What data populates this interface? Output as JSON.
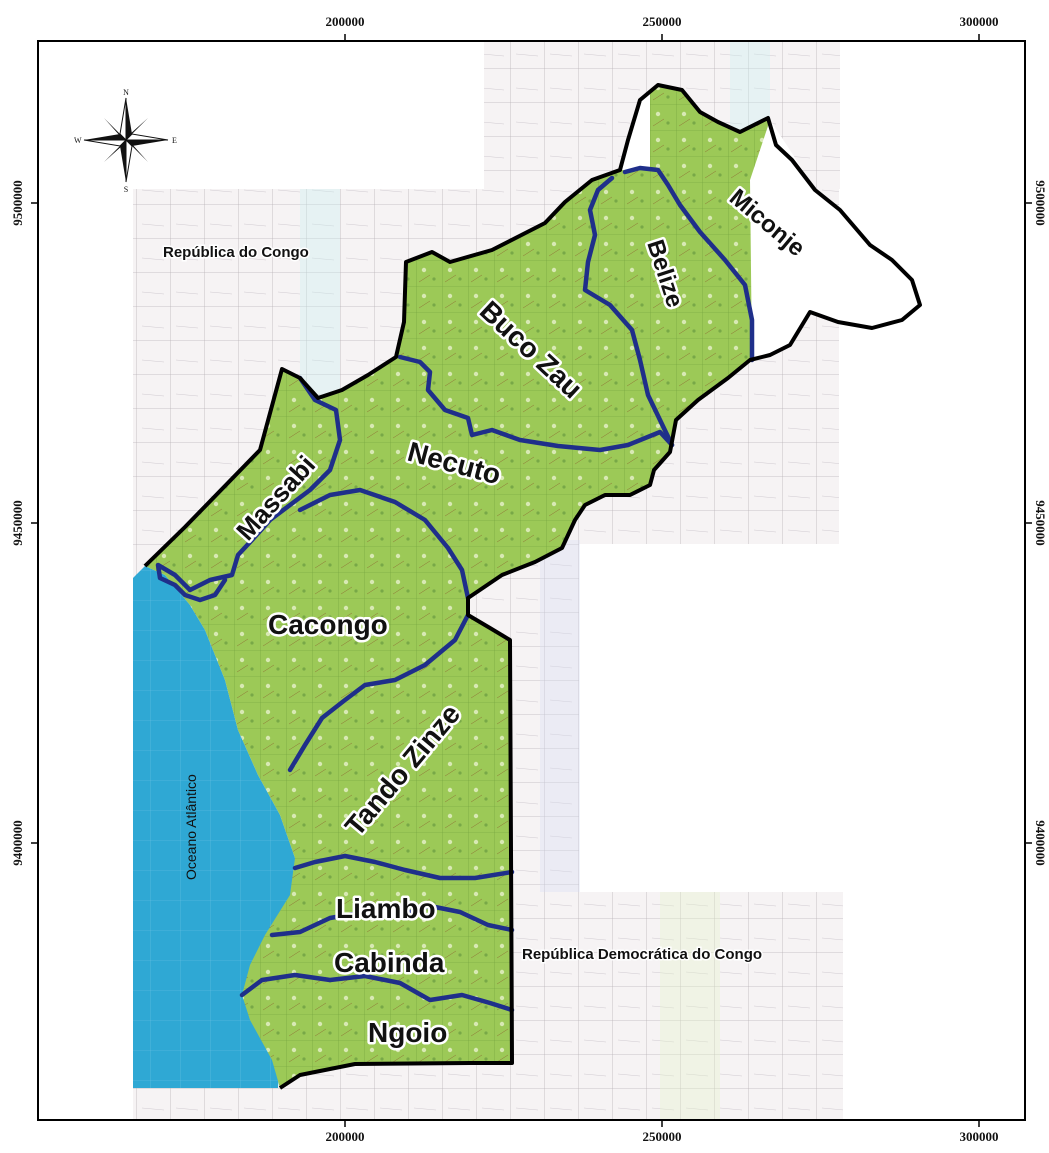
{
  "map": {
    "x_ticks": [
      "200000",
      "250000",
      "300000"
    ],
    "y_ticks": [
      "9500000",
      "9450000",
      "9400000"
    ],
    "regions": [
      {
        "label": "Miconje"
      },
      {
        "label": "Belize"
      },
      {
        "label": "Buco Zau"
      },
      {
        "label": "Necuto"
      },
      {
        "label": "Massabi"
      },
      {
        "label": "Cacongo"
      },
      {
        "label": "Tando Zinze"
      },
      {
        "label": "Liambo"
      },
      {
        "label": "Cabinda"
      },
      {
        "label": "Ngoio"
      }
    ],
    "neighbors": {
      "north": "República do Congo",
      "south": "República Democrática do Congo"
    },
    "ocean": "Oceano Atlântico",
    "compass": {
      "n": "N",
      "s": "S",
      "e": "E",
      "w": "W"
    },
    "colors": {
      "land": "#9cc957",
      "ocean": "#2fa8d4",
      "boundary": "#1f2f8a",
      "outline": "#000000"
    }
  }
}
